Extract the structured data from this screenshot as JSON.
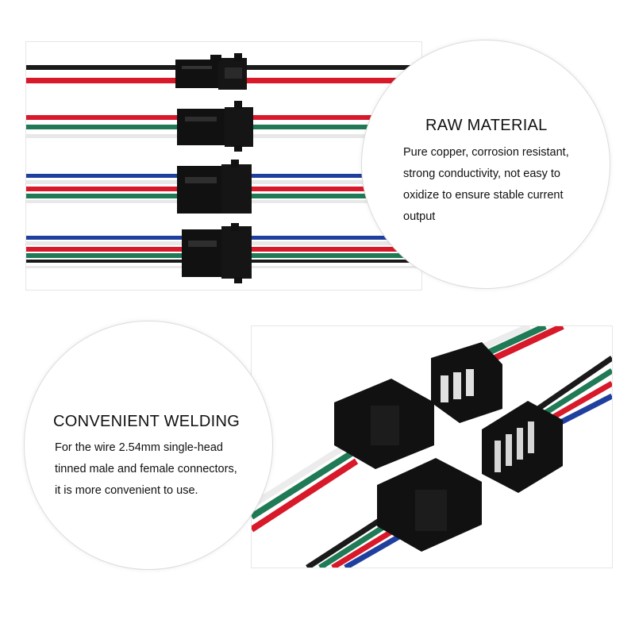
{
  "raw_material": {
    "title": "RAW MATERIAL",
    "lines": [
      "Pure copper, corrosion resistant,",
      "strong conductivity, not easy to",
      "oxidize to ensure stable current",
      "output"
    ]
  },
  "convenient_welding": {
    "title": "CONVENIENT WELDING",
    "lines": [
      "For the wire 2.54mm single-head",
      "tinned male and female connectors,",
      "it is more convenient to use."
    ]
  },
  "colors": {
    "wire_black": "#1a1a1a",
    "wire_red": "#d7192a",
    "wire_green": "#1f7a55",
    "wire_blue": "#1f3f9f",
    "wire_white": "#f2f2f2",
    "connector": "#111111"
  }
}
